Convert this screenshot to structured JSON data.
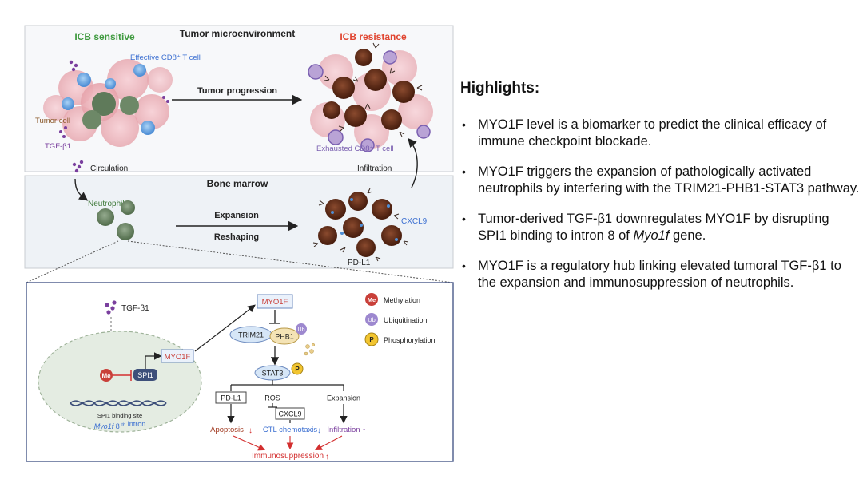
{
  "top_panel": {
    "title": "Tumor microenvironment",
    "left_label": "ICB sensitive",
    "right_label": "ICB resistance",
    "effective_cell": "Effective CD8⁺ T cell",
    "tumor_cell": "Tumor cell",
    "tgf": "TGF-β1",
    "progression": "Tumor progression",
    "exhausted_cell": "Exhausted CD8⁺ T cell"
  },
  "middle_panel": {
    "title": "Bone marrow",
    "circulation": "Circulation",
    "infiltration": "Infiltration",
    "neutrophil": "Neutrophil",
    "expansion": "Expansion",
    "reshaping": "Reshaping",
    "cxcl9": "CXCL9",
    "pdl1": "PD-L1"
  },
  "mechanism": {
    "tgf": "TGF-β1",
    "myo1f_nucleus": "MYO1F",
    "spi1": "SPI1",
    "me": "Me",
    "binding_site": "SPI1 binding site",
    "intron_gene": "Myo1f",
    "intron_sup": "th",
    "intron_num": "8",
    "intron_rest": "intron",
    "myo1f_top": "MYO1F",
    "trim21": "TRIM21",
    "phb1": "PHB1",
    "ub": "Ub",
    "stat3": "STAT3",
    "p": "P",
    "pdl1": "PD-L1",
    "ros": "ROS",
    "expansion": "Expansion",
    "cxcl9": "CXCL9",
    "apoptosis": "Apoptosis",
    "ctl": "CTL chemotaxis",
    "infiltration": "Infiltration",
    "immunosuppression": "Immunosuppression",
    "legend_methylation": "Methylation",
    "legend_ubiquitination": "Ubiquitination",
    "legend_phosphorylation": "Phosphorylation"
  },
  "highlights": {
    "title": "Highlights:",
    "items": [
      "MYO1F level is a biomarker to predict the clinical efficacy of immune checkpoint blockade.",
      "MYO1F triggers the expansion of pathologically activated neutrophils by interfering with the TRIM21-PHB1-STAT3 pathway.",
      "Tumor-derived TGF-β1 downregulates MYO1F by disrupting SPI1 binding to intron 8 of",
      "MYO1F is a regulatory hub linking elevated tumoral TGF-β1 to the expansion and immunosuppression of neutrophils."
    ],
    "item3_italic": "Myo1f",
    "item3_tail": " gene."
  },
  "colors": {
    "sensitive": "#3f9a3f",
    "resistance": "#e0442f",
    "cd8": "#3b6fd1",
    "tgf_purple": "#7a3f9e",
    "tumor_brown": "#8b5a2b",
    "neutrophil_green": "#5f7a5a",
    "red": "#d32f2f"
  }
}
